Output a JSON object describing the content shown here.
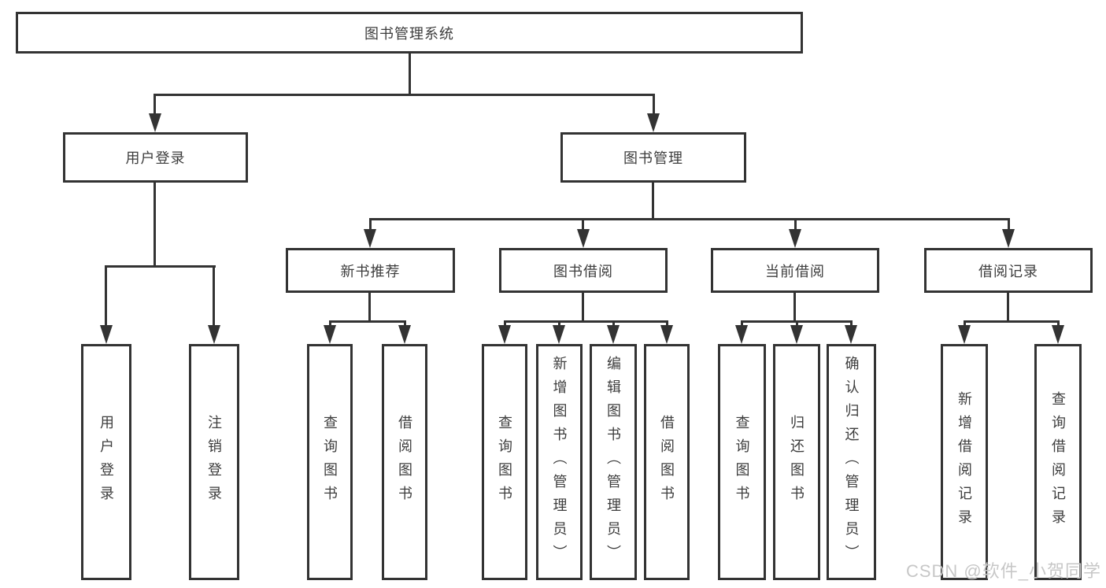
{
  "diagram": {
    "type": "hierarchy-functional-structure",
    "root": {
      "label": "图书管理系统"
    },
    "branches": [
      {
        "label": "用户登录",
        "leaves": [
          "用户登录",
          "注销登录"
        ]
      },
      {
        "label": "图书管理",
        "sections": [
          {
            "label": "新书推荐",
            "leaves": [
              "查询图书",
              "借阅图书"
            ]
          },
          {
            "label": "图书借阅",
            "leaves": [
              "查询图书",
              "新增图书（管理员）",
              "编辑图书（管理员）",
              "借阅图书"
            ]
          },
          {
            "label": "当前借阅",
            "leaves": [
              "查询图书",
              "归还图书",
              "确认归还（管理员）"
            ]
          },
          {
            "label": "借阅记录",
            "leaves": [
              "新增借阅记录",
              "查询借阅记录"
            ]
          }
        ]
      }
    ]
  },
  "watermark": {
    "text": "CSDN @软件_小贺同学"
  },
  "colors": {
    "line": "#333333",
    "text": "#3d3d3d",
    "box-bg": "#ffffff",
    "page-bg": "#ffffff",
    "watermark": "#c7c7c7"
  }
}
